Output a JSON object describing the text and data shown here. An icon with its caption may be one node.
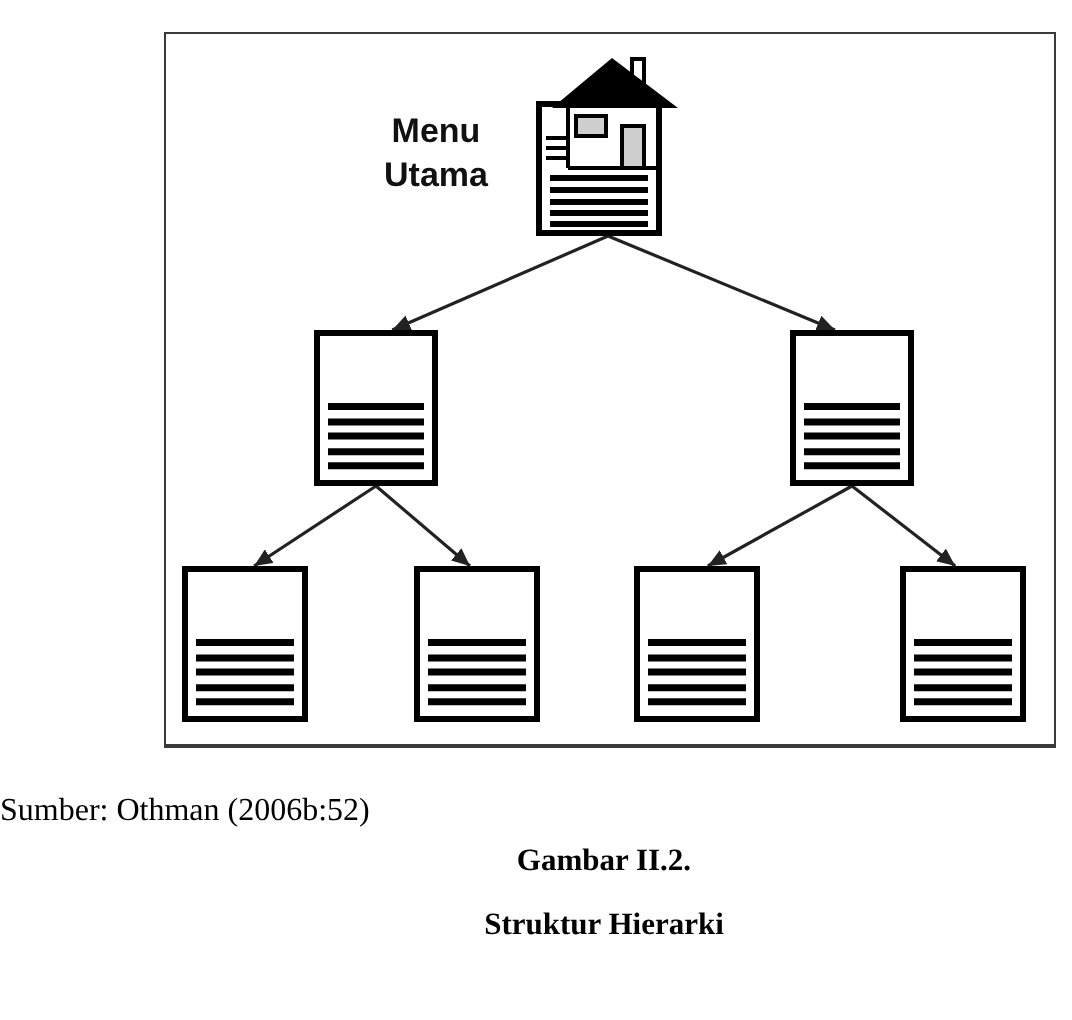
{
  "diagram": {
    "nodes": [
      {
        "text": [],
        "shape": "picture",
        "beside": [
          "Menu Utama"
        ]
      },
      {
        "text": [],
        "shape": "document"
      },
      {
        "text": [],
        "shape": "document"
      },
      {
        "text": [],
        "shape": "document"
      },
      {
        "text": [],
        "shape": "document"
      },
      {
        "text": [],
        "shape": "document"
      },
      {
        "text": [],
        "shape": "document"
      }
    ],
    "edges": [
      {
        "from": 0,
        "to": 1,
        "arrow": "to"
      },
      {
        "from": 0,
        "to": 2,
        "arrow": "to"
      },
      {
        "from": 1,
        "to": 3,
        "arrow": "to"
      },
      {
        "from": 1,
        "to": 4,
        "arrow": "to"
      },
      {
        "from": 2,
        "to": 5,
        "arrow": "to"
      },
      {
        "from": 2,
        "to": 6,
        "arrow": "to"
      }
    ],
    "labels": [
      "Sumber: Othman (2006b:52)",
      "Gambar II.2.",
      "Struktur Hierarki"
    ]
  }
}
